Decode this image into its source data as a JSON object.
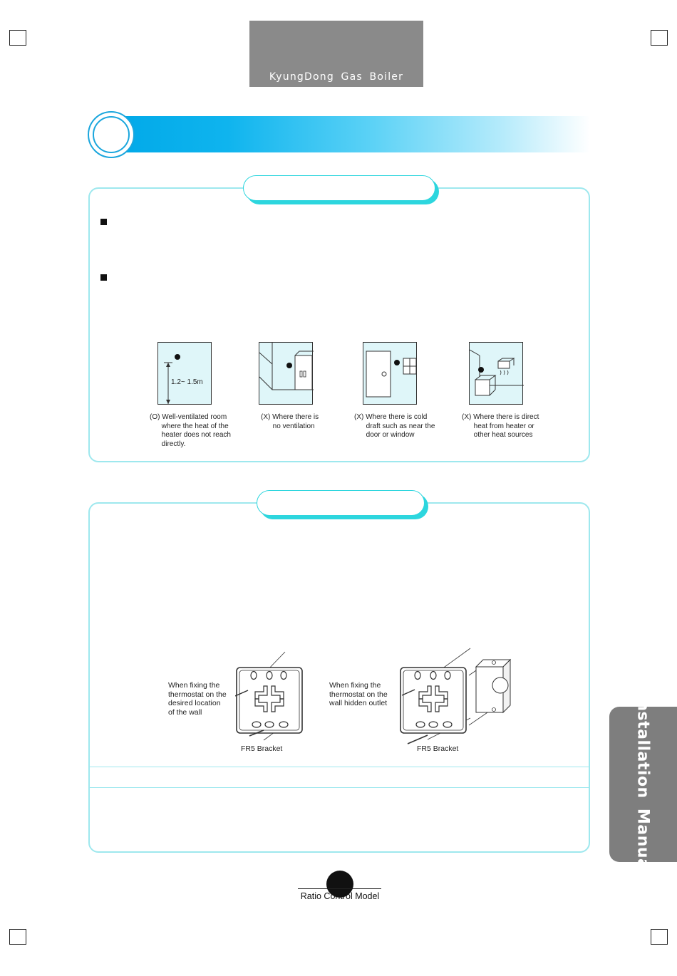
{
  "header": {
    "title": "KyungDong Gas Boiler"
  },
  "figures": {
    "dimension_label": "1.2~ 1.5m",
    "captions": [
      "(O) Well-ventilated room\n      where the heat of the\n      heater does not reach\n      directly.",
      "(X) Where there is\n      no ventilation",
      "(X) Where there is cold\n      draft such as near the\n      door or window",
      "(X) Where there is direct\n      heat from heater or\n      other heat sources"
    ]
  },
  "mounting": {
    "left_note": "When fixing the\nthermostat on the\ndesired location\nof the wall",
    "right_note": "When fixing the\nthermostat on the\nwall hidden outlet",
    "left_bracket": "FR5 Bracket",
    "right_bracket": "FR5 Bracket"
  },
  "side_tab": {
    "label": "Installation Manual"
  },
  "footer": {
    "model": "Ratio Control Model"
  },
  "colors": {
    "banner": "#00a8e8",
    "section_border": "#9ee8ee",
    "pill_shadow": "#2dd6de",
    "figure_fill": "#dff6f9",
    "tab_gray": "#7e7e7e"
  }
}
